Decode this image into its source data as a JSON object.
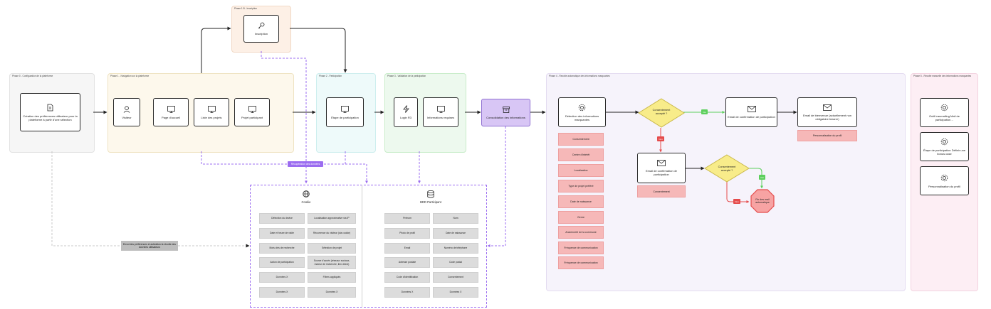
{
  "regions": {
    "phase0": "Phase 0 - Configuration de la plateforme",
    "phase1": "Phase 1 - Navigation sur la plateforme",
    "phase1b": "Phase 1.B - Inscription",
    "phase2": "Phase 2 - Participation",
    "phase3": "Phase 3 - Validation de la participation",
    "phase4": "Phase 4 - Recolte automatique des informations marquantes",
    "phase5": "Phase 5 - Recolte manuelle des informations marquantes"
  },
  "nodes": {
    "creation": "Création des préférences utilisateur pour la plateforme à partir d'une sélection",
    "visiteur": "Visiteur",
    "accueil": "Page d'accueil",
    "liste": "Liste des projets",
    "projet": "Projet participant",
    "inscription": "Inscription",
    "etape": "Étape de participation",
    "login": "Login R3",
    "infos_requises": "Informations requises",
    "consolidation": "Consolidation des informations",
    "detection": "Détection des informations marquantes",
    "consentement1": "Consentement accepté ?",
    "email1": "Email de confirmation de participation",
    "email_bienvenue": "Email de bienvenue (actuellement non obligatoire bizarre)",
    "email2": "Email de confirmation de participation",
    "consentement2": "Consentement accepté ?",
    "fin": "Fin des mail automatique",
    "outil": "Outil tranmailing Mail de participation…",
    "etape2": "Étape de participation Définir une bonus case",
    "perso": "Personnalisation du profil"
  },
  "tags": {
    "oui1": "Oui",
    "non1": "Non",
    "oui2": "Oui",
    "non2": "Non"
  },
  "labels": {
    "recuperation": "Récupération des données",
    "envoi": "Envoi des préférences et activation la récolte des données utilisateurs",
    "perso_profil": "Personnalisation du profil",
    "consentement": "Consentement"
  },
  "red_pills": [
    "Consentement",
    "Centre d'intérêt",
    "Localisation",
    "Type de projet préféré",
    "Date de naissance",
    "Genre",
    "Ancienneté de la commune",
    "Fréquence de communication",
    "Fréquence de communication"
  ],
  "cookie": {
    "title": "Cookie",
    "cells": [
      "Détection du device",
      "Localisation approximative via IP",
      "Date et heure de visite",
      "Récurrence du visiteur (via cookie)",
      "Mots clés de recherche",
      "Sélection de projet",
      "Action de participation",
      "Source d'accès (réseaux sociaux, moteur de recherche, lien direct)",
      "Données X",
      "Filtres appliqués",
      "Données X",
      "Données X"
    ]
  },
  "bdd": {
    "title": "BDD Participant",
    "cells": [
      "Prénom",
      "Nom",
      "Photo de profil",
      "Date de naissance",
      "Email",
      "Numéro de téléphone",
      "Adresse postale",
      "Code postal",
      "Code d'identification",
      "Consentement",
      "Données X",
      "Données X"
    ]
  }
}
